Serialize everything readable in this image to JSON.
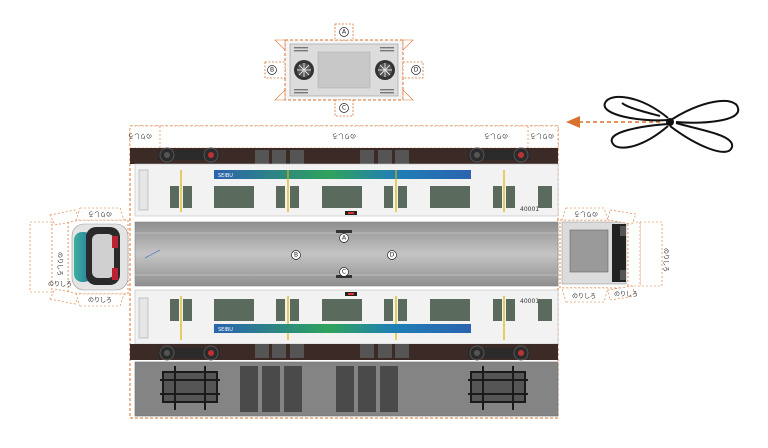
{
  "glue_tab_label_upright": "のりしろ",
  "glue_tab_label_flipped": "のりしろ",
  "markers": {
    "a": "A",
    "b": "B",
    "c": "C",
    "d": "D"
  },
  "car_number": "40001",
  "brand_text": "SEIBU",
  "colors": {
    "cut_line": "#d9722e",
    "roof_gray": "#a9a9a9",
    "body_white": "#f2f2f2",
    "stripe_blue": "#1f6fb5",
    "stripe_green": "#2fa35c",
    "underframe": "#3b2a26"
  },
  "icons": [
    "scissors-icon",
    "arrow-left-icon"
  ]
}
